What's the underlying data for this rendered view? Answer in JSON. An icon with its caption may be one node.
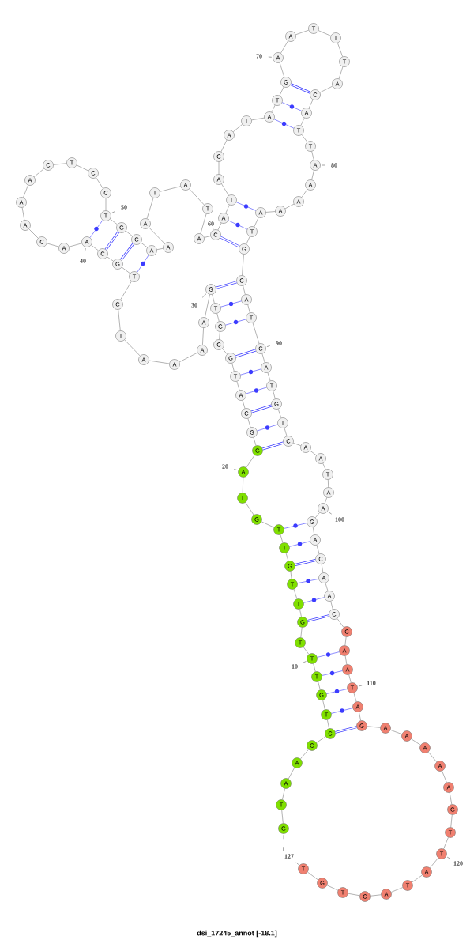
{
  "diagram": {
    "caption": "dsi_17245_annot [-18.1]",
    "nodes": [
      {
        "text": [
          "G"
        ],
        "beside": [
          "1"
        ]
      },
      {
        "text": [
          "T"
        ]
      },
      {
        "text": [
          "A"
        ]
      },
      {
        "text": [
          "A"
        ]
      },
      {
        "text": [
          "G"
        ]
      },
      {
        "text": [
          "C"
        ]
      },
      {
        "text": [
          "T"
        ]
      },
      {
        "text": [
          "G"
        ]
      },
      {
        "text": [
          "T"
        ]
      },
      {
        "text": [
          "T"
        ],
        "beside": [
          "10"
        ]
      },
      {
        "text": [
          "T"
        ]
      },
      {
        "text": [
          "G"
        ]
      },
      {
        "text": [
          "T"
        ]
      },
      {
        "text": [
          "T"
        ]
      },
      {
        "text": [
          "G"
        ]
      },
      {
        "text": [
          "T"
        ]
      },
      {
        "text": [
          "T"
        ]
      },
      {
        "text": [
          "G"
        ]
      },
      {
        "text": [
          "T"
        ]
      },
      {
        "text": [
          "A"
        ],
        "beside": [
          "20"
        ]
      },
      {
        "text": [
          "G"
        ]
      },
      {
        "text": [
          "G"
        ]
      },
      {
        "text": [
          "C"
        ]
      },
      {
        "text": [
          "A"
        ]
      },
      {
        "text": [
          "T"
        ]
      },
      {
        "text": [
          "G"
        ]
      },
      {
        "text": [
          "C"
        ]
      },
      {
        "text": [
          "G"
        ]
      },
      {
        "text": [
          "T"
        ]
      },
      {
        "text": [
          "G"
        ],
        "beside": [
          "30"
        ]
      },
      {
        "text": [
          "A"
        ]
      },
      {
        "text": [
          "A"
        ]
      },
      {
        "text": [
          "A"
        ]
      },
      {
        "text": [
          "A"
        ]
      },
      {
        "text": [
          "T"
        ]
      },
      {
        "text": [
          "C"
        ]
      },
      {
        "text": [
          "T"
        ]
      },
      {
        "text": [
          "G"
        ]
      },
      {
        "text": [
          "C"
        ]
      },
      {
        "text": [
          "A"
        ],
        "beside": [
          "40"
        ]
      },
      {
        "text": [
          "A"
        ]
      },
      {
        "text": [
          "C"
        ]
      },
      {
        "text": [
          "A"
        ]
      },
      {
        "text": [
          "A"
        ]
      },
      {
        "text": [
          "A"
        ]
      },
      {
        "text": [
          "C"
        ]
      },
      {
        "text": [
          "T"
        ]
      },
      {
        "text": [
          "C"
        ]
      },
      {
        "text": [
          "C"
        ]
      },
      {
        "text": [
          "T"
        ],
        "beside": [
          "50"
        ]
      },
      {
        "text": [
          "G"
        ]
      },
      {
        "text": [
          "C"
        ]
      },
      {
        "text": [
          "A"
        ]
      },
      {
        "text": [
          "A"
        ]
      },
      {
        "text": [
          "A"
        ]
      },
      {
        "text": [
          "T"
        ]
      },
      {
        "text": [
          "A"
        ]
      },
      {
        "text": [
          "T"
        ]
      },
      {
        "text": [
          "A"
        ]
      },
      {
        "text": [
          "C"
        ],
        "beside": [
          "60"
        ]
      },
      {
        "text": [
          "A"
        ]
      },
      {
        "text": [
          "T"
        ]
      },
      {
        "text": [
          "A"
        ]
      },
      {
        "text": [
          "C"
        ]
      },
      {
        "text": [
          "A"
        ]
      },
      {
        "text": [
          "T"
        ]
      },
      {
        "text": [
          "A"
        ]
      },
      {
        "text": [
          "T"
        ]
      },
      {
        "text": [
          "G"
        ]
      },
      {
        "text": [
          "A"
        ],
        "beside": [
          "70"
        ]
      },
      {
        "text": [
          "A"
        ]
      },
      {
        "text": [
          "T"
        ]
      },
      {
        "text": [
          "T"
        ]
      },
      {
        "text": [
          "T"
        ]
      },
      {
        "text": [
          "A"
        ]
      },
      {
        "text": [
          "C"
        ]
      },
      {
        "text": [
          "A"
        ]
      },
      {
        "text": [
          "T"
        ]
      },
      {
        "text": [
          "T"
        ]
      },
      {
        "text": [
          "A"
        ],
        "beside": [
          "80"
        ]
      },
      {
        "text": [
          "A"
        ]
      },
      {
        "text": [
          "A"
        ]
      },
      {
        "text": [
          "A"
        ]
      },
      {
        "text": [
          "A"
        ]
      },
      {
        "text": [
          "T"
        ]
      },
      {
        "text": [
          "G"
        ]
      },
      {
        "text": [
          "C"
        ]
      },
      {
        "text": [
          "A"
        ]
      },
      {
        "text": [
          "T"
        ]
      },
      {
        "text": [
          "C"
        ],
        "beside": [
          "90"
        ]
      },
      {
        "text": [
          "A"
        ]
      },
      {
        "text": [
          "T"
        ]
      },
      {
        "text": [
          "G"
        ]
      },
      {
        "text": [
          "T"
        ]
      },
      {
        "text": [
          "C"
        ]
      },
      {
        "text": [
          "A"
        ]
      },
      {
        "text": [
          "A"
        ]
      },
      {
        "text": [
          "T"
        ]
      },
      {
        "text": [
          "A"
        ]
      },
      {
        "text": [
          "A"
        ],
        "beside": [
          "100"
        ]
      },
      {
        "text": [
          "G"
        ]
      },
      {
        "text": [
          "A"
        ]
      },
      {
        "text": [
          "C"
        ]
      },
      {
        "text": [
          "A"
        ]
      },
      {
        "text": [
          "A"
        ]
      },
      {
        "text": [
          "C"
        ]
      },
      {
        "text": [
          "C"
        ]
      },
      {
        "text": [
          "A"
        ]
      },
      {
        "text": [
          "A"
        ]
      },
      {
        "text": [
          "T"
        ],
        "beside": [
          "110"
        ]
      },
      {
        "text": [
          "A"
        ]
      },
      {
        "text": [
          "G"
        ]
      },
      {
        "text": [
          "A"
        ]
      },
      {
        "text": [
          "A"
        ]
      },
      {
        "text": [
          "A"
        ]
      },
      {
        "text": [
          "A"
        ]
      },
      {
        "text": [
          "A"
        ]
      },
      {
        "text": [
          "G"
        ]
      },
      {
        "text": [
          "T"
        ]
      },
      {
        "text": [
          "T"
        ],
        "beside": [
          "120"
        ]
      },
      {
        "text": [
          "A"
        ]
      },
      {
        "text": [
          "T"
        ]
      },
      {
        "text": [
          "A"
        ]
      },
      {
        "text": [
          "C"
        ]
      },
      {
        "text": [
          "T"
        ]
      },
      {
        "text": [
          "G"
        ]
      },
      {
        "text": [
          "T"
        ],
        "beside": [
          "127"
        ]
      }
    ],
    "edges": [
      {
        "from": 0,
        "to": 1,
        "arrow": "none"
      },
      {
        "from": 1,
        "to": 2,
        "arrow": "none"
      },
      {
        "from": 2,
        "to": 3,
        "arrow": "none"
      },
      {
        "from": 3,
        "to": 4,
        "arrow": "none"
      },
      {
        "from": 4,
        "to": 5,
        "arrow": "none"
      },
      {
        "from": 5,
        "to": 6,
        "arrow": "none"
      },
      {
        "from": 6,
        "to": 7,
        "arrow": "none"
      },
      {
        "from": 7,
        "to": 8,
        "arrow": "none"
      },
      {
        "from": 8,
        "to": 9,
        "arrow": "none"
      },
      {
        "from": 9,
        "to": 10,
        "arrow": "none"
      },
      {
        "from": 10,
        "to": 11,
        "arrow": "none"
      },
      {
        "from": 11,
        "to": 12,
        "arrow": "none"
      },
      {
        "from": 12,
        "to": 13,
        "arrow": "none"
      },
      {
        "from": 13,
        "to": 14,
        "arrow": "none"
      },
      {
        "from": 14,
        "to": 15,
        "arrow": "none"
      },
      {
        "from": 15,
        "to": 16,
        "arrow": "none"
      },
      {
        "from": 16,
        "to": 17,
        "arrow": "none"
      },
      {
        "from": 17,
        "to": 18,
        "arrow": "none"
      },
      {
        "from": 18,
        "to": 19,
        "arrow": "none"
      },
      {
        "from": 19,
        "to": 20,
        "arrow": "none"
      },
      {
        "from": 20,
        "to": 21,
        "arrow": "none"
      },
      {
        "from": 21,
        "to": 22,
        "arrow": "none"
      },
      {
        "from": 22,
        "to": 23,
        "arrow": "none"
      },
      {
        "from": 23,
        "to": 24,
        "arrow": "none"
      },
      {
        "from": 24,
        "to": 25,
        "arrow": "none"
      },
      {
        "from": 25,
        "to": 26,
        "arrow": "none"
      },
      {
        "from": 26,
        "to": 27,
        "arrow": "none"
      },
      {
        "from": 27,
        "to": 28,
        "arrow": "none"
      },
      {
        "from": 28,
        "to": 29,
        "arrow": "none"
      },
      {
        "from": 29,
        "to": 30,
        "arrow": "none"
      },
      {
        "from": 30,
        "to": 31,
        "arrow": "none"
      },
      {
        "from": 31,
        "to": 32,
        "arrow": "none"
      },
      {
        "from": 32,
        "to": 33,
        "arrow": "none"
      },
      {
        "from": 33,
        "to": 34,
        "arrow": "none"
      },
      {
        "from": 34,
        "to": 35,
        "arrow": "none"
      },
      {
        "from": 35,
        "to": 36,
        "arrow": "none"
      },
      {
        "from": 36,
        "to": 37,
        "arrow": "none"
      },
      {
        "from": 37,
        "to": 38,
        "arrow": "none"
      },
      {
        "from": 38,
        "to": 39,
        "arrow": "none"
      },
      {
        "from": 39,
        "to": 40,
        "arrow": "none"
      },
      {
        "from": 40,
        "to": 41,
        "arrow": "none"
      },
      {
        "from": 41,
        "to": 42,
        "arrow": "none"
      },
      {
        "from": 42,
        "to": 43,
        "arrow": "none"
      },
      {
        "from": 43,
        "to": 44,
        "arrow": "none"
      },
      {
        "from": 44,
        "to": 45,
        "arrow": "none"
      },
      {
        "from": 45,
        "to": 46,
        "arrow": "none"
      },
      {
        "from": 46,
        "to": 47,
        "arrow": "none"
      },
      {
        "from": 47,
        "to": 48,
        "arrow": "none"
      },
      {
        "from": 48,
        "to": 49,
        "arrow": "none"
      },
      {
        "from": 49,
        "to": 50,
        "arrow": "none"
      },
      {
        "from": 50,
        "to": 51,
        "arrow": "none"
      },
      {
        "from": 51,
        "to": 52,
        "arrow": "none"
      },
      {
        "from": 52,
        "to": 53,
        "arrow": "none"
      },
      {
        "from": 53,
        "to": 54,
        "arrow": "none"
      },
      {
        "from": 54,
        "to": 55,
        "arrow": "none"
      },
      {
        "from": 55,
        "to": 56,
        "arrow": "none"
      },
      {
        "from": 56,
        "to": 57,
        "arrow": "none"
      },
      {
        "from": 57,
        "to": 58,
        "arrow": "none"
      },
      {
        "from": 58,
        "to": 59,
        "arrow": "none"
      },
      {
        "from": 59,
        "to": 60,
        "arrow": "none"
      },
      {
        "from": 60,
        "to": 61,
        "arrow": "none"
      },
      {
        "from": 61,
        "to": 62,
        "arrow": "none"
      },
      {
        "from": 62,
        "to": 63,
        "arrow": "none"
      },
      {
        "from": 63,
        "to": 64,
        "arrow": "none"
      },
      {
        "from": 64,
        "to": 65,
        "arrow": "none"
      },
      {
        "from": 65,
        "to": 66,
        "arrow": "none"
      },
      {
        "from": 66,
        "to": 67,
        "arrow": "none"
      },
      {
        "from": 67,
        "to": 68,
        "arrow": "none"
      },
      {
        "from": 68,
        "to": 69,
        "arrow": "none"
      },
      {
        "from": 69,
        "to": 70,
        "arrow": "none"
      },
      {
        "from": 70,
        "to": 71,
        "arrow": "none"
      },
      {
        "from": 71,
        "to": 72,
        "arrow": "none"
      },
      {
        "from": 72,
        "to": 73,
        "arrow": "none"
      },
      {
        "from": 73,
        "to": 74,
        "arrow": "none"
      },
      {
        "from": 74,
        "to": 75,
        "arrow": "none"
      },
      {
        "from": 75,
        "to": 76,
        "arrow": "none"
      },
      {
        "from": 76,
        "to": 77,
        "arrow": "none"
      },
      {
        "from": 77,
        "to": 78,
        "arrow": "none"
      },
      {
        "from": 78,
        "to": 79,
        "arrow": "none"
      },
      {
        "from": 79,
        "to": 80,
        "arrow": "none"
      },
      {
        "from": 80,
        "to": 81,
        "arrow": "none"
      },
      {
        "from": 81,
        "to": 82,
        "arrow": "none"
      },
      {
        "from": 82,
        "to": 83,
        "arrow": "none"
      },
      {
        "from": 83,
        "to": 84,
        "arrow": "none"
      },
      {
        "from": 84,
        "to": 85,
        "arrow": "none"
      },
      {
        "from": 85,
        "to": 86,
        "arrow": "none"
      },
      {
        "from": 86,
        "to": 87,
        "arrow": "none"
      },
      {
        "from": 87,
        "to": 88,
        "arrow": "none"
      },
      {
        "from": 88,
        "to": 89,
        "arrow": "none"
      },
      {
        "from": 89,
        "to": 90,
        "arrow": "none"
      },
      {
        "from": 90,
        "to": 91,
        "arrow": "none"
      },
      {
        "from": 91,
        "to": 92,
        "arrow": "none"
      },
      {
        "from": 92,
        "to": 93,
        "arrow": "none"
      },
      {
        "from": 93,
        "to": 94,
        "arrow": "none"
      },
      {
        "from": 94,
        "to": 95,
        "arrow": "none"
      },
      {
        "from": 95,
        "to": 96,
        "arrow": "none"
      },
      {
        "from": 96,
        "to": 97,
        "arrow": "none"
      },
      {
        "from": 97,
        "to": 98,
        "arrow": "none"
      },
      {
        "from": 98,
        "to": 99,
        "arrow": "none"
      },
      {
        "from": 99,
        "to": 100,
        "arrow": "none"
      },
      {
        "from": 100,
        "to": 101,
        "arrow": "none"
      },
      {
        "from": 101,
        "to": 102,
        "arrow": "none"
      },
      {
        "from": 102,
        "to": 103,
        "arrow": "none"
      },
      {
        "from": 103,
        "to": 104,
        "arrow": "none"
      },
      {
        "from": 104,
        "to": 105,
        "arrow": "none"
      },
      {
        "from": 105,
        "to": 106,
        "arrow": "none"
      },
      {
        "from": 106,
        "to": 107,
        "arrow": "none"
      },
      {
        "from": 107,
        "to": 108,
        "arrow": "none"
      },
      {
        "from": 108,
        "to": 109,
        "arrow": "none"
      },
      {
        "from": 109,
        "to": 110,
        "arrow": "none"
      },
      {
        "from": 110,
        "to": 111,
        "arrow": "none"
      },
      {
        "from": 111,
        "to": 112,
        "arrow": "none"
      },
      {
        "from": 112,
        "to": 113,
        "arrow": "none"
      },
      {
        "from": 113,
        "to": 114,
        "arrow": "none"
      },
      {
        "from": 114,
        "to": 115,
        "arrow": "none"
      },
      {
        "from": 115,
        "to": 116,
        "arrow": "none"
      },
      {
        "from": 116,
        "to": 117,
        "arrow": "none"
      },
      {
        "from": 117,
        "to": 118,
        "arrow": "none"
      },
      {
        "from": 118,
        "to": 119,
        "arrow": "none"
      },
      {
        "from": 119,
        "to": 120,
        "arrow": "none"
      },
      {
        "from": 120,
        "to": 121,
        "arrow": "none"
      },
      {
        "from": 121,
        "to": 122,
        "arrow": "none"
      },
      {
        "from": 122,
        "to": 123,
        "arrow": "none"
      },
      {
        "from": 123,
        "to": 124,
        "arrow": "none"
      },
      {
        "from": 124,
        "to": 125,
        "arrow": "none"
      },
      {
        "from": 125,
        "to": 126,
        "arrow": "none"
      },
      {
        "from": 5,
        "to": 111,
        "arrow": "none",
        "style": "thick",
        "color": "#3c3cff"
      },
      {
        "from": 6,
        "to": 110,
        "arrow": "none",
        "color": "#3c3cff"
      },
      {
        "from": 7,
        "to": 109,
        "arrow": "none",
        "color": "#3c3cff"
      },
      {
        "from": 8,
        "to": 108,
        "arrow": "none",
        "color": "#3c3cff"
      },
      {
        "from": 9,
        "to": 107,
        "arrow": "none",
        "color": "#3c3cff"
      },
      {
        "from": 11,
        "to": 105,
        "arrow": "none",
        "style": "thick",
        "color": "#3c3cff"
      },
      {
        "from": 12,
        "to": 104,
        "arrow": "none",
        "color": "#3c3cff"
      },
      {
        "from": 13,
        "to": 103,
        "arrow": "none",
        "color": "#3c3cff"
      },
      {
        "from": 14,
        "to": 102,
        "arrow": "none",
        "style": "thick",
        "color": "#3c3cff"
      },
      {
        "from": 15,
        "to": 101,
        "arrow": "none",
        "color": "#3c3cff"
      },
      {
        "from": 16,
        "to": 100,
        "arrow": "none",
        "color": "#3c3cff"
      },
      {
        "from": 20,
        "to": 94,
        "arrow": "none",
        "style": "thick",
        "color": "#3c3cff"
      },
      {
        "from": 21,
        "to": 93,
        "arrow": "none",
        "color": "#3c3cff"
      },
      {
        "from": 22,
        "to": 92,
        "arrow": "none",
        "style": "thick",
        "color": "#3c3cff"
      },
      {
        "from": 23,
        "to": 91,
        "arrow": "none",
        "color": "#3c3cff"
      },
      {
        "from": 24,
        "to": 90,
        "arrow": "none",
        "color": "#3c3cff"
      },
      {
        "from": 25,
        "to": 89,
        "arrow": "none",
        "style": "thick",
        "color": "#3c3cff"
      },
      {
        "from": 27,
        "to": 88,
        "arrow": "none",
        "color": "#3c3cff"
      },
      {
        "from": 28,
        "to": 87,
        "arrow": "none",
        "color": "#3c3cff"
      },
      {
        "from": 29,
        "to": 86,
        "arrow": "none",
        "style": "thick",
        "color": "#3c3cff"
      },
      {
        "from": 36,
        "to": 52,
        "arrow": "none",
        "color": "#3c3cff"
      },
      {
        "from": 37,
        "to": 51,
        "arrow": "none",
        "style": "thick",
        "color": "#3c3cff"
      },
      {
        "from": 38,
        "to": 50,
        "arrow": "none",
        "style": "thick",
        "color": "#3c3cff"
      },
      {
        "from": 39,
        "to": 49,
        "arrow": "none",
        "color": "#3c3cff"
      },
      {
        "from": 59,
        "to": 85,
        "arrow": "none",
        "style": "thick",
        "color": "#3c3cff"
      },
      {
        "from": 60,
        "to": 84,
        "arrow": "none",
        "color": "#3c3cff"
      },
      {
        "from": 61,
        "to": 83,
        "arrow": "none",
        "color": "#3c3cff"
      },
      {
        "from": 66,
        "to": 77,
        "arrow": "none",
        "color": "#3c3cff"
      },
      {
        "from": 67,
        "to": 76,
        "arrow": "none",
        "color": "#3c3cff"
      },
      {
        "from": 68,
        "to": 75,
        "arrow": "none",
        "style": "thick",
        "color": "#3c3cff"
      }
    ]
  }
}
